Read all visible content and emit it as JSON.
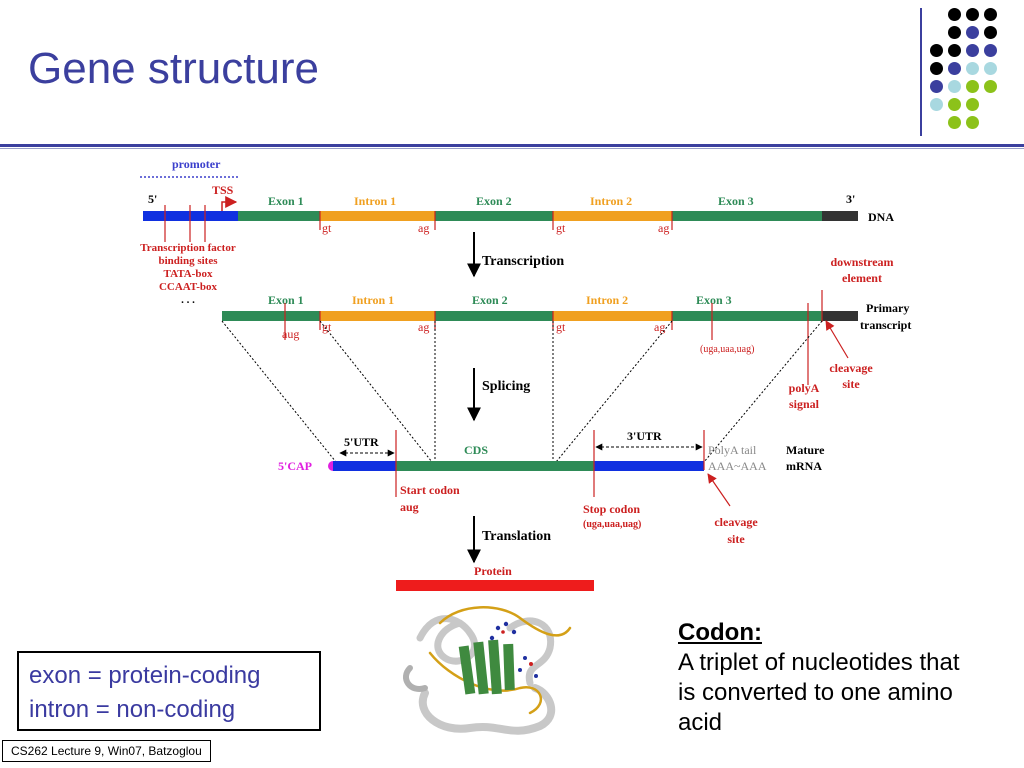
{
  "slide": {
    "title": "Gene structure",
    "footer": "CS262 Lecture 9, Win07, Batzoglou"
  },
  "colors": {
    "title": "#3b3f9e",
    "exon": "#2e8b57",
    "intron": "#f0a020",
    "dna_5prime": "#1030e0",
    "dna_3prime": "#333333",
    "annotation": "#cc2020",
    "protein_bar": "#ee1c1c",
    "cap": "#e020e0",
    "deco_dots": [
      "#000000",
      "#3b3f9e",
      "#a8d8e0",
      "#8cc21a"
    ]
  },
  "diagram": {
    "promoter": "promoter",
    "five_prime": "5'",
    "three_prime": "3'",
    "tss": "TSS",
    "dna_label": "DNA",
    "regions": {
      "exon1": "Exon 1",
      "intron1": "Intron 1",
      "exon2": "Exon 2",
      "intron2": "Intron 2",
      "exon3": "Exon 3"
    },
    "gt": "gt",
    "ag": "ag",
    "promoter_elements": [
      "Transcription factor",
      "binding sites",
      "TATA-box",
      "CCAAT-box",
      ". . ."
    ],
    "transcription": "Transcription",
    "downstream_element": [
      "downstream",
      "element"
    ],
    "primary_transcript": [
      "Primary",
      "transcript"
    ],
    "aug": "aug",
    "stop_codons": "(uga,uaa,uag)",
    "splicing": "Splicing",
    "polya_signal": [
      "polyA",
      "signal"
    ],
    "cleavage_site": [
      "cleavage",
      "site"
    ],
    "five_utr": "5'UTR",
    "three_utr": "3'UTR",
    "cds": "CDS",
    "five_cap": "5'CAP",
    "polya_tail": "PolyA tail",
    "polya_seq": "AAA~AAA",
    "mature_mrna": [
      "Mature",
      "mRNA"
    ],
    "start_codon": [
      "Start codon",
      "aug"
    ],
    "stop_codon": [
      "Stop codon",
      "(uga,uaa,uag)"
    ],
    "cleavage_site_2": [
      "cleavage",
      "site"
    ],
    "translation": "Translation",
    "protein": "Protein"
  },
  "legend": {
    "line1": "exon  = protein-coding",
    "line2": "intron = non-coding"
  },
  "codon": {
    "heading": "Codon:",
    "body": "A triplet of nucleotides that is converted to one amino acid"
  }
}
